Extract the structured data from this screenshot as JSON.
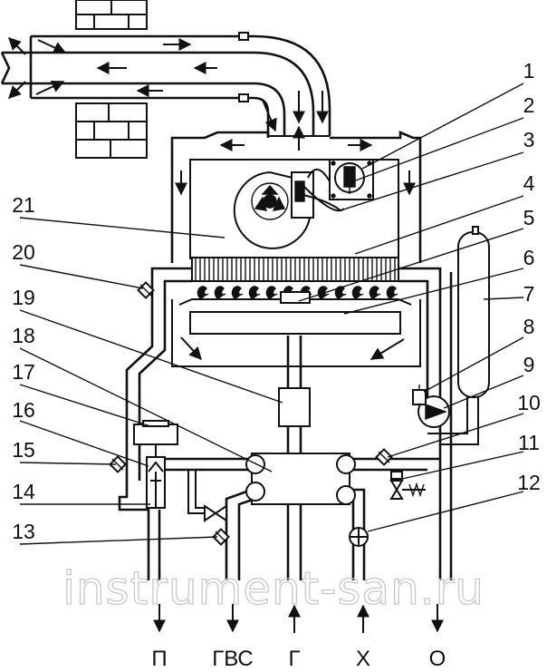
{
  "callouts": [
    "1",
    "2",
    "3",
    "4",
    "5",
    "6",
    "7",
    "8",
    "9",
    "10",
    "11",
    "12",
    "13",
    "14",
    "15",
    "16",
    "17",
    "18",
    "19",
    "20",
    "21"
  ],
  "outlets": [
    "П",
    "ГВС",
    "Г",
    "Х",
    "О"
  ],
  "watermark": "instrument-san.ru",
  "icons": [
    "flow-arrow-icon",
    "valve-icon",
    "pump-icon",
    "gauge-icon",
    "fan-icon",
    "burner-icon",
    "sensor-icon"
  ]
}
